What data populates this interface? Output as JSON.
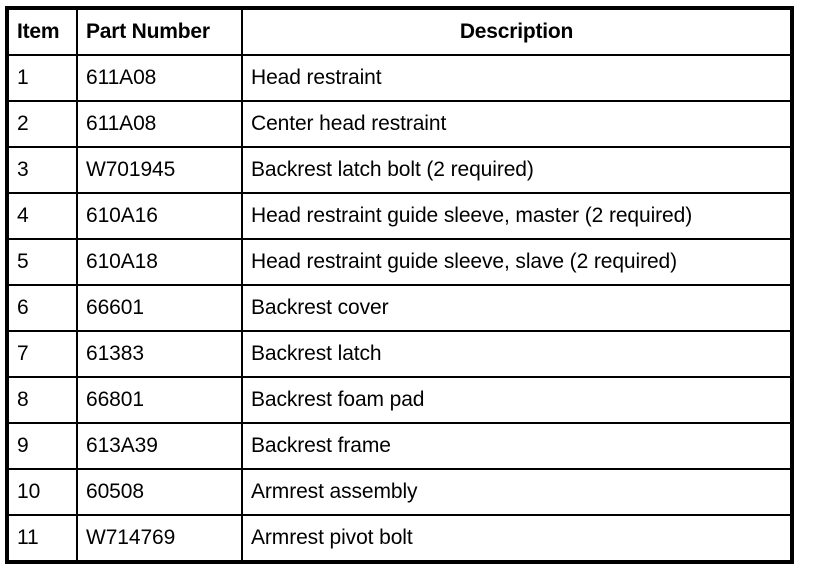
{
  "table": {
    "columns": [
      {
        "key": "item",
        "label": "Item",
        "align": "left"
      },
      {
        "key": "part_number",
        "label": "Part Number",
        "align": "left"
      },
      {
        "key": "description",
        "label": "Description",
        "align": "center"
      }
    ],
    "rows": [
      {
        "item": "1",
        "part_number": "611A08",
        "description": "Head restraint"
      },
      {
        "item": "2",
        "part_number": "611A08",
        "description": "Center head restraint"
      },
      {
        "item": "3",
        "part_number": "W701945",
        "description": "Backrest latch bolt (2 required)"
      },
      {
        "item": "4",
        "part_number": "610A16",
        "description": "Head restraint guide sleeve, master (2 required)"
      },
      {
        "item": "5",
        "part_number": "610A18",
        "description": "Head restraint guide sleeve, slave (2 required)"
      },
      {
        "item": "6",
        "part_number": "66601",
        "description": "Backrest cover"
      },
      {
        "item": "7",
        "part_number": "61383",
        "description": "Backrest latch"
      },
      {
        "item": "8",
        "part_number": "66801",
        "description": "Backrest foam pad"
      },
      {
        "item": "9",
        "part_number": "613A39",
        "description": "Backrest frame"
      },
      {
        "item": "10",
        "part_number": "60508",
        "description": "Armrest assembly"
      },
      {
        "item": "11",
        "part_number": "W714769",
        "description": "Armrest pivot bolt"
      }
    ]
  },
  "style": {
    "border_color": "#000000",
    "background_color": "#ffffff",
    "text_color": "#000000"
  }
}
